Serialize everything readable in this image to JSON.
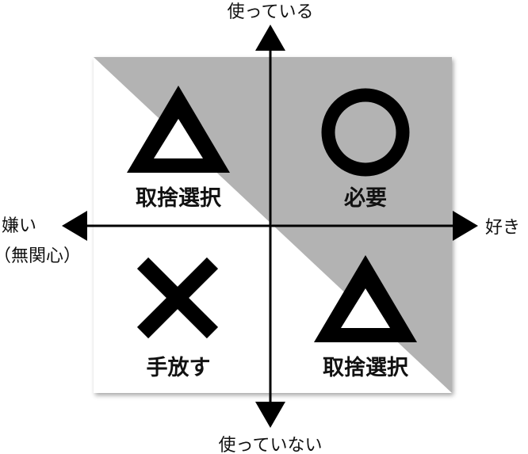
{
  "axes": {
    "top": "使っている",
    "bottom": "使っていない",
    "left_line1": "嫌い",
    "left_line2": "（無関心）",
    "right": "好き"
  },
  "quadrants": {
    "top_left": {
      "symbol": "triangle",
      "label": "取捨選択"
    },
    "top_right": {
      "symbol": "circle",
      "label": "必要"
    },
    "bottom_left": {
      "symbol": "cross",
      "label": "手放す"
    },
    "bottom_right": {
      "symbol": "triangle",
      "label": "取捨選択"
    }
  },
  "colors": {
    "shaded": "#b3b3b3",
    "unshaded": "#ffffff",
    "ink": "#000000"
  }
}
